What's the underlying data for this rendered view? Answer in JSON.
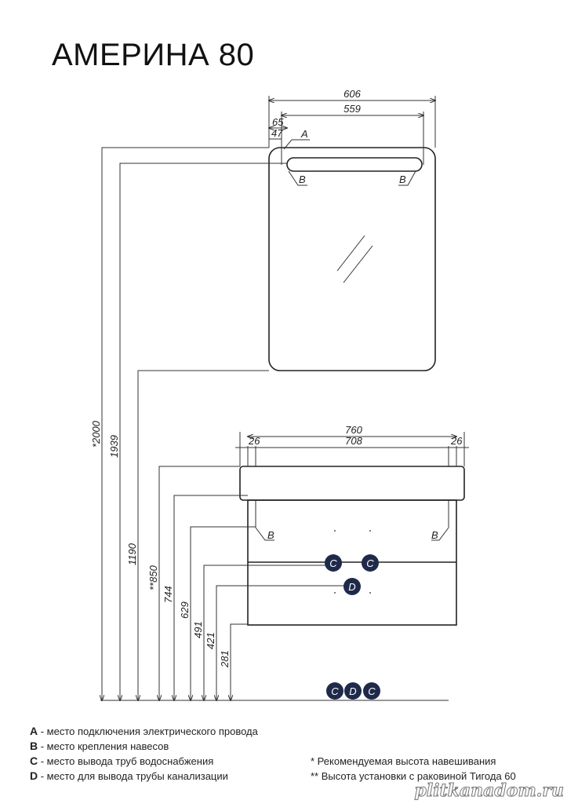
{
  "title": "АМЕРИНА 80",
  "markers": {
    "a": "A",
    "b": "B",
    "c": "C",
    "d": "D"
  },
  "mirror_dims": {
    "total_width": "606",
    "light_width": "559",
    "offset_65": "65",
    "offset_47": "47"
  },
  "vanity_dims": {
    "total_width": "760",
    "inner_width": "708",
    "left_offset": "26",
    "right_offset": "26"
  },
  "height_dims": [
    "*2000",
    "1939",
    "1190",
    "**850",
    "744",
    "629",
    "491",
    "421",
    "281"
  ],
  "legend": [
    {
      "key": "A",
      "text": " - место подключения электрического провода"
    },
    {
      "key": "B",
      "text": " - место крепления навесов"
    },
    {
      "key": "C",
      "text": " - место вывода труб водоснабжения"
    },
    {
      "key": "D",
      "text": " - место для вывода трубы канализации"
    }
  ],
  "notes": [
    "* Рекомендуемая высота навешивания",
    "** Высота установки с раковиной Тигода 60"
  ],
  "watermark": "plitkanadom.ru",
  "colors": {
    "marker": "#1f2a4a",
    "line": "#333333"
  }
}
